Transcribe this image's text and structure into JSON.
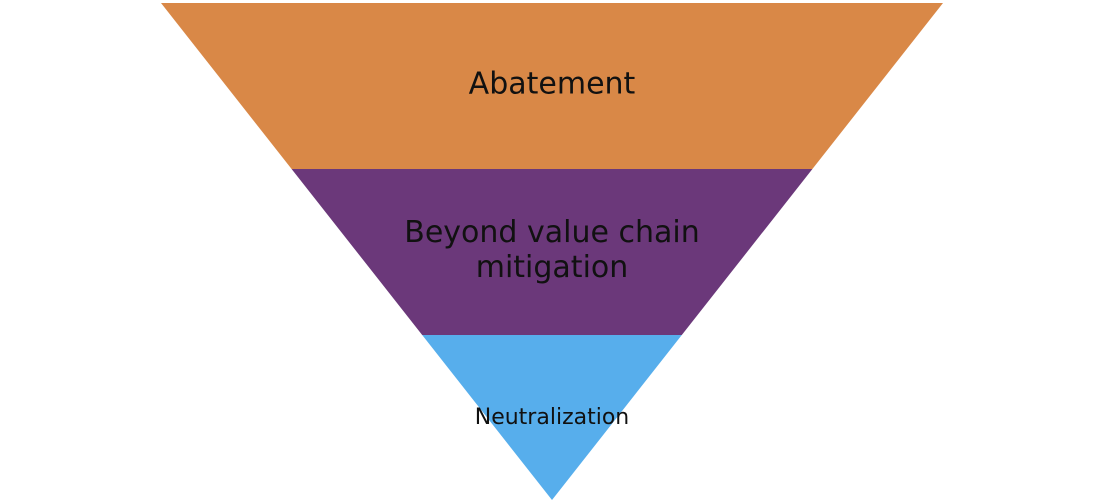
{
  "diagram": {
    "type": "inverted-pyramid",
    "tiers": [
      {
        "label_lines": [
          "Abatement"
        ],
        "color": "#D98847"
      },
      {
        "label_lines": [
          "Beyond value chain",
          "mitigation"
        ],
        "color": "#6B387A"
      },
      {
        "label_lines": [
          "Neutralization"
        ],
        "color": "#57AEEC"
      }
    ]
  }
}
